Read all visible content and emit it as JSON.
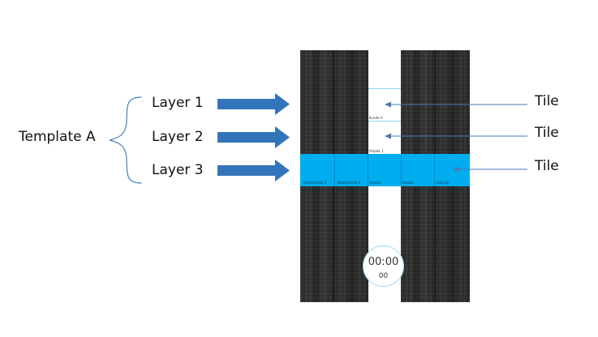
{
  "left_labels": {
    "template": "Template A",
    "layers": [
      "Layer 1",
      "Layer 2",
      "Layer 3"
    ]
  },
  "right_labels": [
    "Tile",
    "Tile",
    "Tile"
  ],
  "preview": {
    "small_labels": {
      "kunde": "Kunde A",
      "projekt": "Projekt 1"
    },
    "band_labels": [
      "Kostenstelle 3",
      "Kostenstelle 4",
      "Konto1",
      "Konto2",
      "test1237"
    ],
    "timer": {
      "time": "00:00",
      "sub": "00"
    }
  },
  "colors": {
    "accent_blue": "#00adef",
    "arrow_blue": "#3375bb",
    "connector_blue": "#4a78b7",
    "wood_dark": "#2f2f2f"
  }
}
